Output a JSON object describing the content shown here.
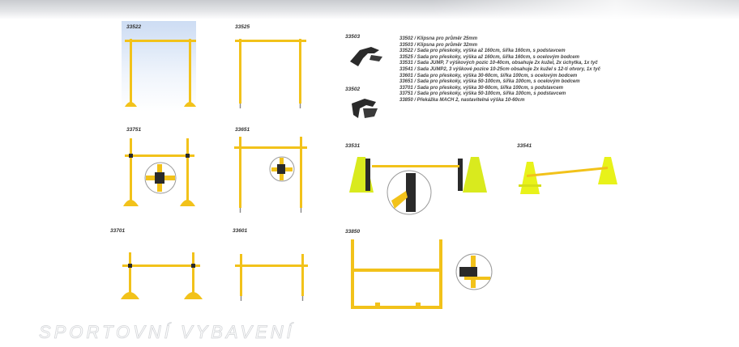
{
  "products": {
    "p33522": {
      "code": "33522"
    },
    "p33525": {
      "code": "33525"
    },
    "p33751": {
      "code": "33751"
    },
    "p33651": {
      "code": "33651"
    },
    "p33701": {
      "code": "33701"
    },
    "p33601": {
      "code": "33601"
    },
    "p33503": {
      "code": "33503"
    },
    "p33502": {
      "code": "33502"
    },
    "p33531": {
      "code": "33531"
    },
    "p33541": {
      "code": "33541"
    },
    "p33850": {
      "code": "33850"
    }
  },
  "descriptions": [
    "33502 / Klipsna pro průměr 25mm",
    "33503 / Klipsna pro průměr 32mm",
    "33522 / Sada pro přeskoky, výška až 160cm, šířka 160cm, s podstavcem",
    "33525 / Sada pro přeskoky, výška až 160cm, šířka 160cm, s ocelovým bodcem",
    "33531 / Sada JUMP, 7 výškových pozic 10-40cm, obsahuje 2x kužel, 2x úchytka, 1x tyč",
    "33541 / Sada JUMP2, 3 výškové pozice 10-25cm obsahuje 2x kužel s 12-ti otvory, 1x tyč",
    "33601 / Sada pro přeskoky, výška 30-60cm, šířka 100cm, s ocelovým bodcem",
    "33651 / Sada pro přeskoky, výška 50-100cm, šířka 100cm, s ocelovým bodcem",
    "33701 / Sada pro přeskoky, výška 30-60cm, šířka 100cm, s podstavcem",
    "33751 / Sada pro přeskoky, výška 50-100cm, šířka 100cm, s podstavcem",
    "33850 / Překážka MACH 2, nastavitelná výška 10-60cm"
  ],
  "footer": {
    "watermark": "SPORTOVNÍ VYBAVENÍ"
  },
  "colors": {
    "yellow": "#f2c21a",
    "cone": "#e8f21a",
    "clip": "#2a2a2a"
  }
}
